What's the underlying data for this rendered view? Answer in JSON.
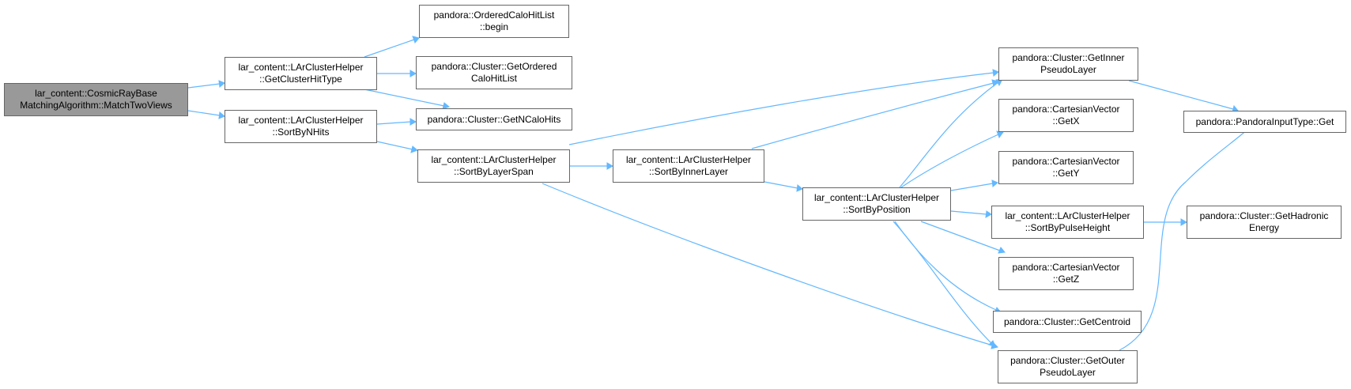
{
  "colors": {
    "edge": "#63b8ff",
    "node_border": "#666666",
    "root_fill": "#999999",
    "node_fill": "#ffffff"
  },
  "nodes": {
    "root": {
      "lines": [
        "lar_content::CosmicRayBase",
        "MatchingAlgorithm::MatchTwoViews"
      ]
    },
    "getClusterHitType": {
      "lines": [
        "lar_content::LArClusterHelper",
        "::GetClusterHitType"
      ]
    },
    "sortByNHits": {
      "lines": [
        "lar_content::LArClusterHelper",
        "::SortByNHits"
      ]
    },
    "orderedBegin": {
      "lines": [
        "pandora::OrderedCaloHitList",
        "::begin"
      ]
    },
    "getOrderedCaloHitList": {
      "lines": [
        "pandora::Cluster::GetOrdered",
        "CaloHitList"
      ]
    },
    "getNCaloHits": {
      "lines": [
        "pandora::Cluster::GetNCaloHits"
      ]
    },
    "sortByLayerSpan": {
      "lines": [
        "lar_content::LArClusterHelper",
        "::SortByLayerSpan"
      ]
    },
    "sortByInnerLayer": {
      "lines": [
        "lar_content::LArClusterHelper",
        "::SortByInnerLayer"
      ]
    },
    "sortByPosition": {
      "lines": [
        "lar_content::LArClusterHelper",
        "::SortByPosition"
      ]
    },
    "getInnerPseudoLayer": {
      "lines": [
        "pandora::Cluster::GetInner",
        "PseudoLayer"
      ]
    },
    "getX": {
      "lines": [
        "pandora::CartesianVector",
        "::GetX"
      ]
    },
    "getY": {
      "lines": [
        "pandora::CartesianVector",
        "::GetY"
      ]
    },
    "sortByPulseHeight": {
      "lines": [
        "lar_content::LArClusterHelper",
        "::SortByPulseHeight"
      ]
    },
    "getZ": {
      "lines": [
        "pandora::CartesianVector",
        "::GetZ"
      ]
    },
    "getCentroid": {
      "lines": [
        "pandora::Cluster::GetCentroid"
      ]
    },
    "getOuterPseudoLayer": {
      "lines": [
        "pandora::Cluster::GetOuter",
        "PseudoLayer"
      ]
    },
    "pandoraInputTypeGet": {
      "lines": [
        "pandora::PandoraInputType::Get"
      ]
    },
    "getHadronicEnergy": {
      "lines": [
        "pandora::Cluster::GetHadronic",
        "Energy"
      ]
    }
  }
}
